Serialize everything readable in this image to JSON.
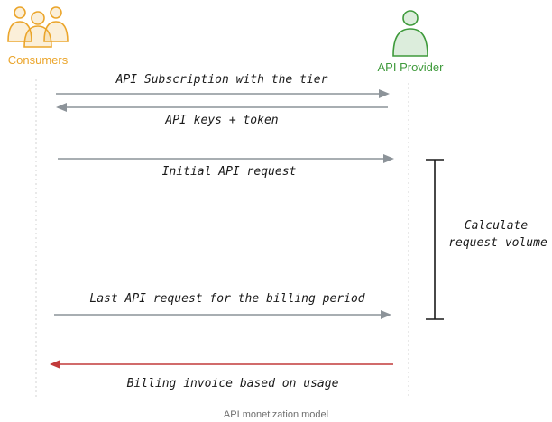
{
  "actors": {
    "consumers": {
      "label": "Consumers",
      "icon": "people-group-icon",
      "color": "#EBA52B"
    },
    "provider": {
      "label": "API Provider",
      "icon": "person-icon",
      "color": "#3E9A3B"
    }
  },
  "messages": [
    {
      "id": "subscription",
      "label": "API Subscription with the tier",
      "direction": "to-provider",
      "color": "#8C9399"
    },
    {
      "id": "keys",
      "label": "API keys + token",
      "direction": "to-consumers",
      "color": "#8C9399"
    },
    {
      "id": "initial-request",
      "label": "Initial API request",
      "direction": "to-provider",
      "color": "#8C9399"
    },
    {
      "id": "last-request",
      "label": "Last API request for the billing period",
      "direction": "to-provider",
      "color": "#8C9399"
    },
    {
      "id": "billing-invoice",
      "label": "Billing invoice based on usage",
      "direction": "to-consumers",
      "color": "#C23A3A"
    }
  ],
  "bracket": {
    "label_line1": "Calculate",
    "label_line2": "request volume"
  },
  "caption": "API monetization model",
  "colors": {
    "lifeline": "#D3D3D3",
    "text": "#1A1A1A",
    "caption": "#6E6E6E"
  }
}
